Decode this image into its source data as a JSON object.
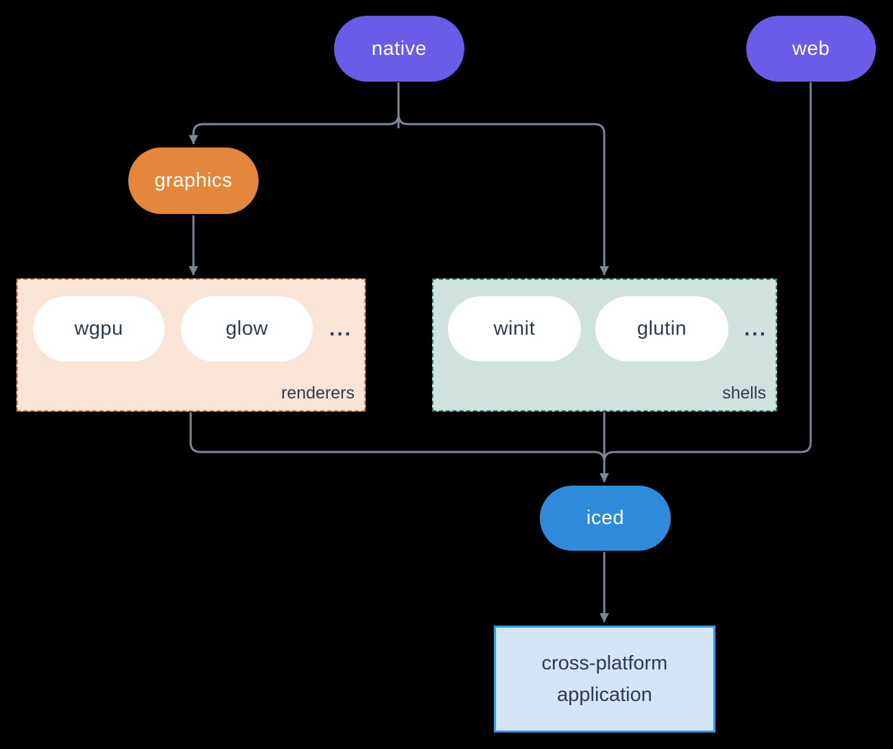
{
  "colors": {
    "background": "#000000",
    "connector": "#7b8796",
    "node-purple": "#6a5be8",
    "node-orange": "#e5863d",
    "node-blue": "#2e8bdb",
    "node-white": "#ffffff",
    "dark-text": "#2d3c4c",
    "light-text": "#ffffff",
    "renderers-bg": "#fae4d6",
    "renderers-border": "#dc7e3e",
    "shells-bg": "#d0e2dd",
    "shells-border": "#35806f",
    "app-bg": "#d4e5f7",
    "app-border": "#3a97e4"
  },
  "nodes": {
    "native": "native",
    "web": "web",
    "graphics": "graphics",
    "wgpu": "wgpu",
    "glow": "glow",
    "winit": "winit",
    "glutin": "glutin",
    "iced": "iced",
    "renderers_more": "...",
    "shells_more": "...",
    "application": "cross-platform application"
  },
  "groups": {
    "renderers": "renderers",
    "shells": "shells"
  }
}
